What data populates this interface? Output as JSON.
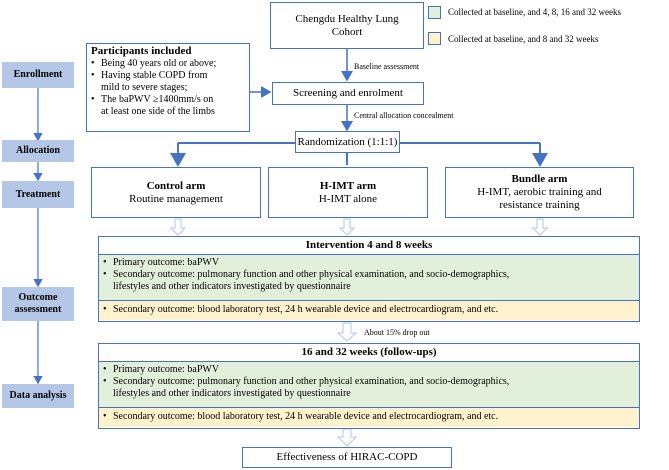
{
  "legend": [
    {
      "label": "Collected at baseline, and 4, 8, 16 and 32 weeks",
      "color": "#e2efda"
    },
    {
      "label": "Collected at baseline, and 8 and 32 weeks",
      "color": "#fff2cc"
    }
  ],
  "cohort": {
    "line1": "Chengdu Healthy Lung",
    "line2": "Cohort"
  },
  "participants": {
    "title": "Participants included",
    "items": [
      "Being 40 years old or above;",
      "Having stable COPD from",
      "mild to severe stages;",
      "The baPWV ≥1400mm/s on",
      "at least one side of the limbs"
    ]
  },
  "labels": {
    "baseline": "Baseline assessment",
    "concealment": "Central allocation concealment",
    "dropout": "About 15% drop out"
  },
  "screening": "Screening and enrolment",
  "randomization": "Randomization (1:1:1)",
  "arms": [
    {
      "title": "Control arm",
      "l1": "Routine management",
      "l2": ""
    },
    {
      "title": "H-IMT arm",
      "l1": "H-IMT alone",
      "l2": ""
    },
    {
      "title": "Bundle arm",
      "l1": "H-IMT, aerobic training and",
      "l2": "resistance training"
    }
  ],
  "stages": [
    "Enrollment",
    "Allocation",
    "Treatment",
    "Outcome assessment",
    "Data analysis"
  ],
  "intervention": {
    "title": "Intervention 4 and 8 weeks",
    "primary": "Primary outcome: baPWV",
    "secondary1": "Secondary outcome: pulmonary function and other physical examination, and socio-demographics,",
    "secondary2": "lifestyles and other indicators investigated by questionnaire",
    "secondary_lab": "Secondary outcome: blood laboratory test, 24 h wearable device and electrocardiogram, and etc."
  },
  "followup": {
    "title": "16 and 32 weeks (follow-ups)",
    "primary": "Primary outcome: baPWV",
    "secondary1": "Secondary outcome: pulmonary function and other physical examination, and socio-demographics,",
    "secondary2": "lifestyles and other indicators investigated by questionnaire",
    "secondary_lab": "Secondary outcome: blood laboratory test, 24 h wearable device and electrocardiogram, and etc."
  },
  "effectiveness": "Effectiveness of HIRAC-COPD"
}
